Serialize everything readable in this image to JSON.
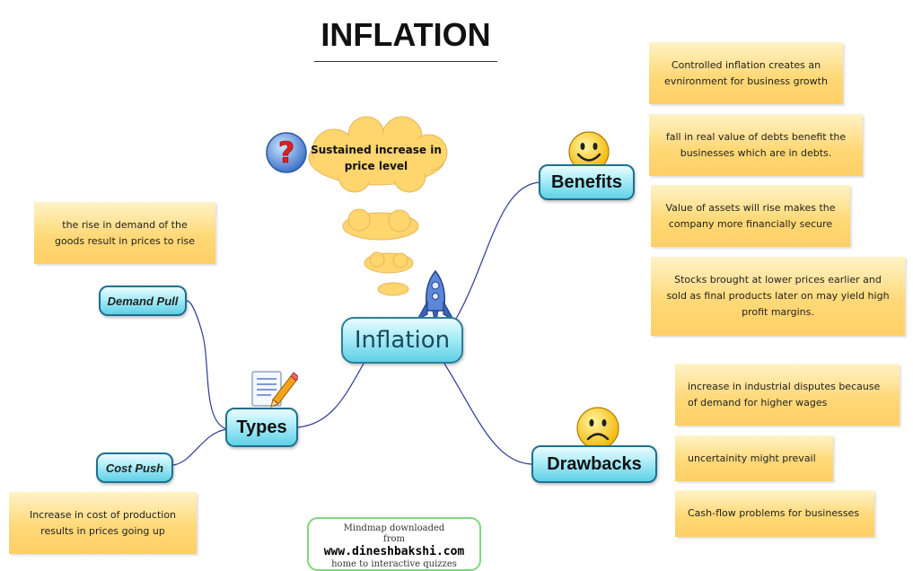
{
  "title": "INFLATION",
  "central_node": "Inflation",
  "definition_cloud": "Sustained increase in price level",
  "benefits": {
    "label": "Benefits",
    "notes": [
      "Controlled inflation creates an evnironment for business growth",
      "fall in real value of debts benefit the businesses which are in debts.",
      "Value of assets will rise makes the company more financially secure",
      "Stocks brought at lower prices earlier and sold as final products later on may yield high profit margins."
    ]
  },
  "drawbacks": {
    "label": "Drawbacks",
    "notes": [
      "increase in industrial disputes because of demand for higher wages",
      "uncertainity might prevail",
      "Cash-flow problems for businesses"
    ]
  },
  "types": {
    "label": "Types",
    "demand_pull": {
      "label": "Demand Pull",
      "note": "the rise in demand of the goods result in prices to rise"
    },
    "cost_push": {
      "label": "Cost Push",
      "note": "Increase in cost of production results in prices going up"
    }
  },
  "watermark": {
    "line1": "Mindmap downloaded",
    "line2": "from",
    "line3": "www.dineshbakshi.com",
    "line4": "home to interactive quizzes"
  },
  "icons": {
    "question": "question-mark-icon",
    "rocket": "rocket-icon",
    "happy": "smiley-happy-icon",
    "sad": "smiley-sad-icon",
    "notepad": "notepad-pencil-icon"
  }
}
